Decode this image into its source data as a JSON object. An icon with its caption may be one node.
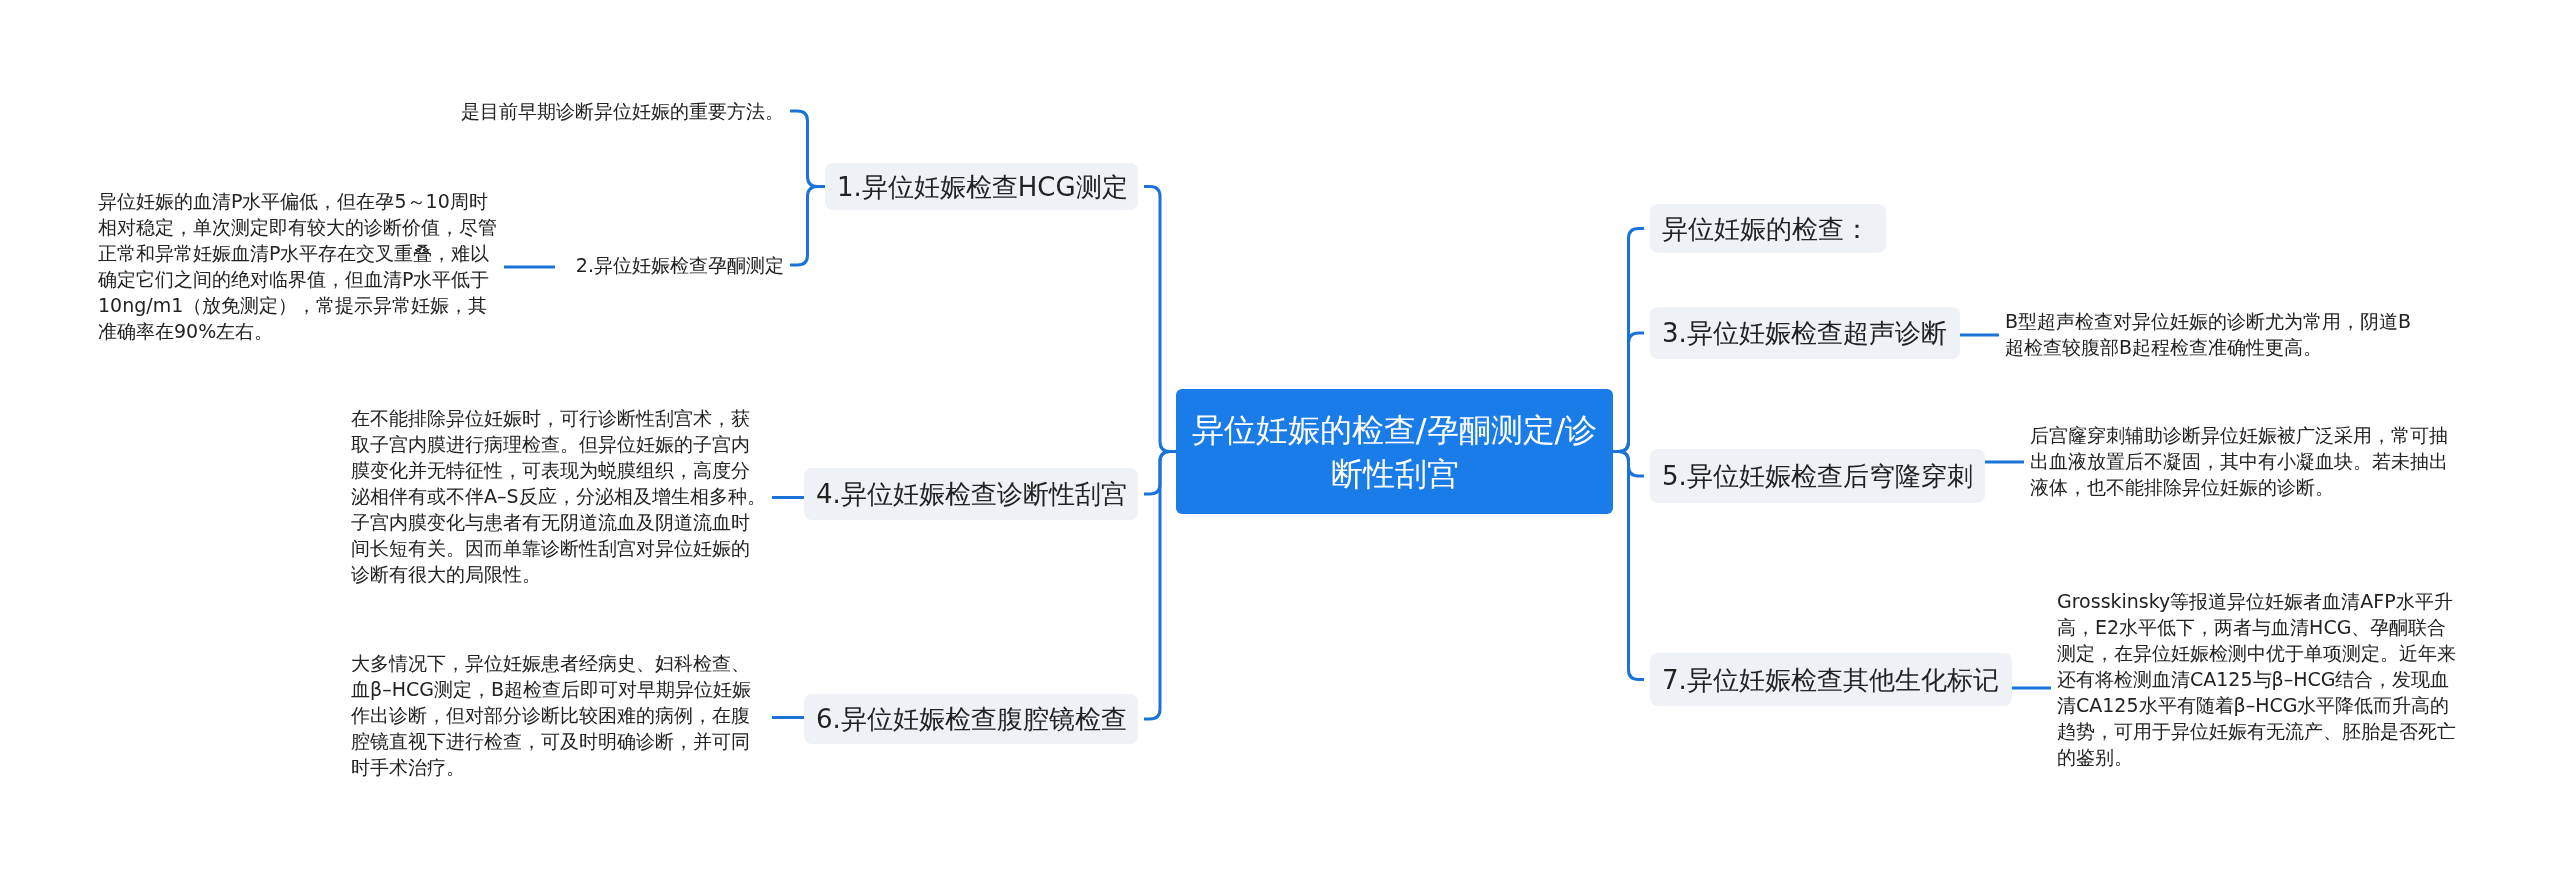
{
  "diagram": {
    "nodes": [
      {
        "text": [
          "异位妊娠的检查/孕酮测定/诊断性刮宫"
        ]
      },
      {
        "text": [
          "1.异位妊娠检查HCG测定"
        ]
      },
      {
        "text": [
          "是目前早期诊断异位妊娠的重要方法。"
        ]
      },
      {
        "text": [
          "2.异位妊娠检查孕酮测定"
        ]
      },
      {
        "text": [
          "异位妊娠的血清P水平偏低，但在孕5～10周时相对稳定，单次测定即有较大的诊断价值，尽管正常和异常妊娠血清P水平存在交叉重叠，难以确定它们之间的绝对临界值，但血清P水平低于10ng/m1（放免测定），常提示异常妊娠，其准确率在90%左右。"
        ]
      },
      {
        "text": [
          "4.异位妊娠检查诊断性刮宫"
        ]
      },
      {
        "text": [
          "在不能排除异位妊娠时，可行诊断性刮宫术，获取子宫内膜进行病理检查。但异位妊娠的子宫内膜变化并无特征性，可表现为蜕膜组织，高度分泌相伴有或不伴A–S反应，分泌相及增生相多种。子宫内膜变化与患者有无阴道流血及阴道流血时间长短有关。因而单靠诊断性刮宫对异位妊娠的诊断有很大的局限性。"
        ]
      },
      {
        "text": [
          "6.异位妊娠检查腹腔镜检查"
        ]
      },
      {
        "text": [
          "大多情况下，异位妊娠患者经病史、妇科检查、血β–HCG测定，B超检查后即可对早期异位妊娠作出诊断，但对部分诊断比较困难的病例，在腹腔镜直视下进行检查，可及时明确诊断，并可同时手术治疗。"
        ]
      },
      {
        "text": [
          "异位妊娠的检查："
        ]
      },
      {
        "text": [
          "3.异位妊娠检查超声诊断"
        ]
      },
      {
        "text": [
          "B型超声检查对异位妊娠的诊断尤为常用，阴道B超检查较腹部B起程检查准确性更高。"
        ]
      },
      {
        "text": [
          "5.异位妊娠检查后穹隆穿刺"
        ]
      },
      {
        "text": [
          "后宫窿穿刺辅助诊断异位妊娠被广泛采用，常可抽出血液放置后不凝固，其中有小凝血块。若未抽出液体，也不能排除异位妊娠的诊断。"
        ]
      },
      {
        "text": [
          "7.异位妊娠检查其他生化标记"
        ]
      },
      {
        "text": [
          "Grosskinsky等报道异位妊娠者血清AFP水平升高，E2水平低下，两者与血清HCG、孕酮联合测定，在异位妊娠检测中优于单项测定。近年来还有将检测血清CA125与β–HCG结合，发现血清CA125水平有随着β–HCG水平降低而升高的趋势，可用于异位妊娠有无流产、胚胎是否死亡的鉴别。"
        ]
      }
    ],
    "edges": [
      {
        "from": 0,
        "to": 1,
        "arrow": "none"
      },
      {
        "from": 1,
        "to": 2,
        "arrow": "none"
      },
      {
        "from": 1,
        "to": 3,
        "arrow": "none"
      },
      {
        "from": 3,
        "to": 4,
        "arrow": "none"
      },
      {
        "from": 0,
        "to": 5,
        "arrow": "none"
      },
      {
        "from": 5,
        "to": 6,
        "arrow": "none"
      },
      {
        "from": 0,
        "to": 7,
        "arrow": "none"
      },
      {
        "from": 7,
        "to": 8,
        "arrow": "none"
      },
      {
        "from": 0,
        "to": 9,
        "arrow": "none"
      },
      {
        "from": 0,
        "to": 10,
        "arrow": "none"
      },
      {
        "from": 10,
        "to": 11,
        "arrow": "none"
      },
      {
        "from": 0,
        "to": 12,
        "arrow": "none"
      },
      {
        "from": 12,
        "to": 13,
        "arrow": "none"
      },
      {
        "from": 0,
        "to": 14,
        "arrow": "none"
      },
      {
        "from": 14,
        "to": 15,
        "arrow": "none"
      }
    ]
  }
}
